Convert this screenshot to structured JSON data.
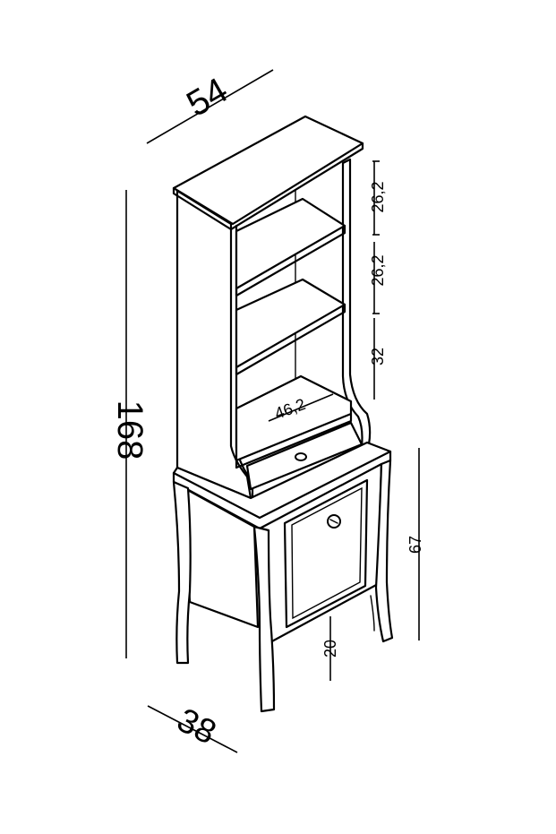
{
  "dimensions": {
    "width": "54",
    "height_total": "168",
    "depth": "38",
    "shelf_top": "26,2",
    "shelf_middle": "26,2",
    "shelf_lower": "32",
    "inner_width": "46,2",
    "cabinet_height": "67",
    "leg_height": "20"
  },
  "colors": {
    "line": "#000000",
    "background": "#ffffff"
  },
  "icons": {
    "drawer_knob": "knob-icon",
    "door_knob": "knob-icon"
  }
}
